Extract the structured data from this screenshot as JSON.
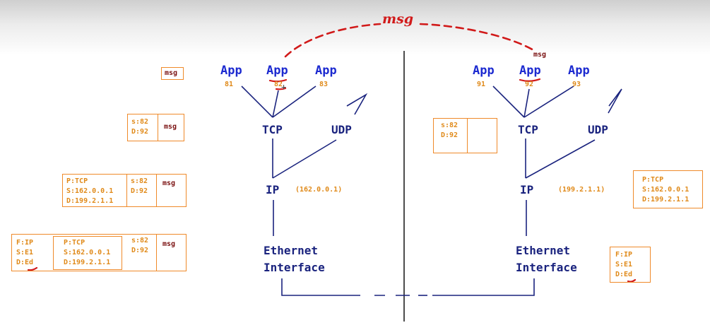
{
  "header_note": "msg",
  "left": {
    "apps": [
      {
        "label": "App",
        "port": "81"
      },
      {
        "label": "App",
        "port": "82"
      },
      {
        "label": "App",
        "port": "83"
      }
    ],
    "tcp": "TCP",
    "udp": "UDP",
    "ip": "IP",
    "ip_addr": "(162.0.0.1)",
    "eth_line1": "Ethernet",
    "eth_line2": "Interface"
  },
  "right": {
    "msg_label": "msg",
    "apps": [
      {
        "label": "App",
        "port": "91"
      },
      {
        "label": "App",
        "port": "92"
      },
      {
        "label": "App",
        "port": "93"
      }
    ],
    "tcp": "TCP",
    "udp": "UDP",
    "ip": "IP",
    "ip_addr": "(199.2.1.1)",
    "eth_line1": "Ethernet",
    "eth_line2": "Interface"
  },
  "packets_left": {
    "msg_only": "msg",
    "tcp": {
      "s": "s:82",
      "d": "D:92",
      "msg": "msg"
    },
    "ip": {
      "p": "P:TCP",
      "s": "S:162.0.0.1",
      "d": "D:199.2.1.1",
      "ps": "s:82",
      "pd": "D:92",
      "msg": "msg"
    },
    "eth": {
      "f": "F:IP",
      "s": "S:E1",
      "d": "D:Ed",
      "p": "P:TCP",
      "is": "S:162.0.0.1",
      "id": "D:199.2.1.1",
      "ps": "s:82",
      "pd": "D:92",
      "msg": "msg"
    }
  },
  "packets_right": {
    "tcp": {
      "s": "s:82",
      "d": "D:92"
    },
    "ip": {
      "p": "P:TCP",
      "s": "S:162.0.0.1",
      "d": "D:199.2.1.1"
    },
    "eth": {
      "f": "F:IP",
      "s": "S:E1",
      "d": "D:Ed"
    }
  }
}
